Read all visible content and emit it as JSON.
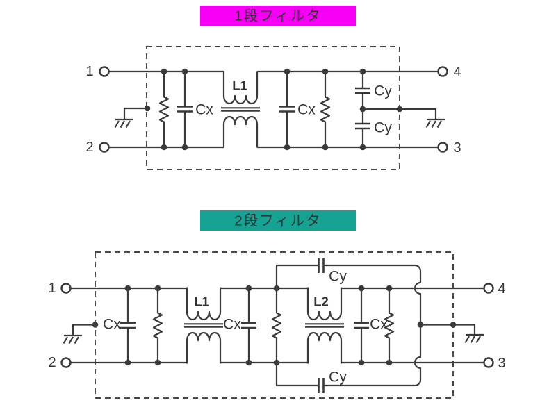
{
  "diagram": {
    "background": "#ffffff",
    "wire_color": "#3a3a3a",
    "filter1": {
      "title": "1段フィルタ",
      "title_bg": "#f500f5",
      "title_text_color": "#ffffff",
      "inductor_color": "#c845c2",
      "terminal_1": "1",
      "terminal_2": "2",
      "terminal_3": "3",
      "terminal_4": "4",
      "cap_x_labels": [
        "Cx",
        "Cx"
      ],
      "cap_y_labels": [
        "Cy",
        "Cy"
      ],
      "inductor_label": "L1"
    },
    "filter2": {
      "title": "2段フィルタ",
      "title_bg": "#16a394",
      "title_text_color": "#ffffff",
      "inductor_color": "#2da69d",
      "terminal_1": "1",
      "terminal_2": "2",
      "terminal_3": "3",
      "terminal_4": "4",
      "cap_x_labels": [
        "Cx",
        "Cx",
        "Cx"
      ],
      "cap_y_labels": [
        "Cy",
        "Cy"
      ],
      "inductor_labels": [
        "L1",
        "L2"
      ]
    }
  }
}
